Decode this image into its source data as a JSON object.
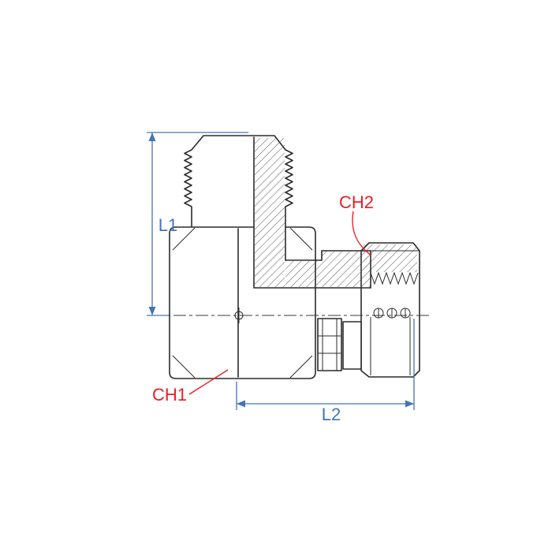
{
  "drawing": {
    "labels": {
      "l1": "L1",
      "l2": "L2",
      "ch1": "CH1",
      "ch2": "CH2"
    },
    "colors": {
      "dimension_line": "#4574b5",
      "callout_line": "#ed1c24",
      "outline": "#2b2b2b",
      "hatch": "#555555",
      "background": "#ffffff"
    }
  }
}
